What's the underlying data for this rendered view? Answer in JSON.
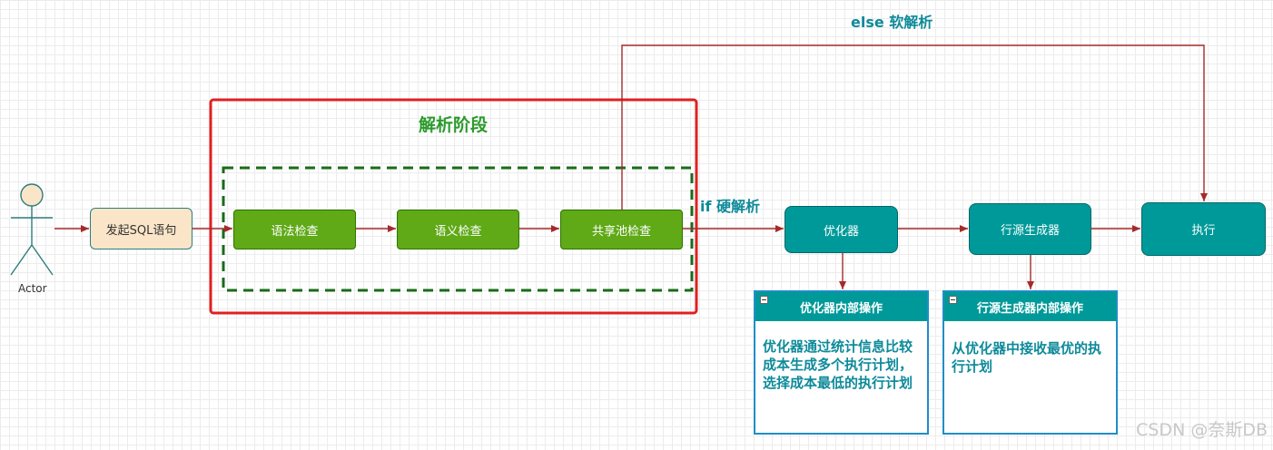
{
  "actor": {
    "label": "Actor"
  },
  "start": {
    "label": "发起SQL语句"
  },
  "parse_stage": {
    "title": "解析阶段",
    "steps": [
      "语法检查",
      "语义检查",
      "共享池检查"
    ]
  },
  "branches": {
    "hard_parse": "if 硬解析",
    "soft_parse": "else 软解析"
  },
  "stages": {
    "optimizer": "优化器",
    "row_source": "行源生成器",
    "execute": "执行"
  },
  "optimizer_panel": {
    "title": "优化器内部操作",
    "text": "优化器通过统计信息比较成本生成多个执行计划，选择成本最低的执行计划"
  },
  "row_source_panel": {
    "title": "行源生成器内部操作",
    "text": "从优化器中接收最优的执行计划"
  },
  "watermark": "CSDN @奈斯DB",
  "colors": {
    "green": "#60a917",
    "teal": "#009999",
    "arrow": "#a52a2a",
    "parse_frame": "#e02020",
    "dashed_frame": "#1a6b1a",
    "label_teal": "#0e8a9a",
    "title_green": "#2c9a2c"
  }
}
